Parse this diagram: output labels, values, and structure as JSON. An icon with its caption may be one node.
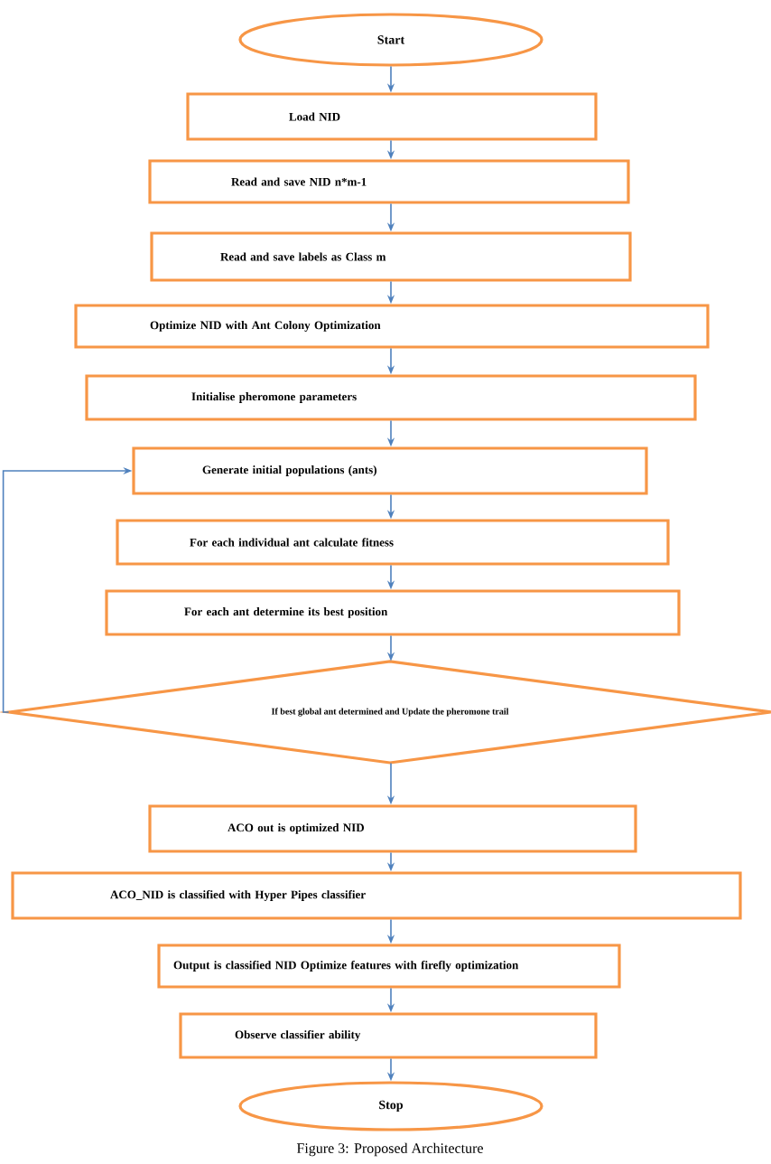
{
  "diagram": {
    "caption": "Figure 3: Proposed Architecture",
    "nodes": [
      {
        "text": [
          "Start"
        ]
      },
      {
        "text": [
          "Load NID"
        ]
      },
      {
        "text": [
          "Read and save NID n*m-1"
        ]
      },
      {
        "text": [
          "Read and save labels as Class m"
        ]
      },
      {
        "text": [
          "Optimize NID with Ant Colony Optimization"
        ]
      },
      {
        "text": [
          "Initialise pheromone parameters"
        ]
      },
      {
        "text": [
          "Generate initial populations (ants)"
        ]
      },
      {
        "text": [
          "For each individual ant calculate fitness"
        ]
      },
      {
        "text": [
          "For each ant determine its best position"
        ]
      },
      {
        "text": [
          "If best global ant determined and Update the pheromone trail"
        ]
      },
      {
        "text": [
          "ACO out is optimized NID"
        ]
      },
      {
        "text": [
          "ACO_NID is classified with Hyper Pipes classifier"
        ]
      },
      {
        "text": [
          "Output is classified NID Optimize features with firefly optimization"
        ]
      },
      {
        "text": [
          "Observe classifier ability"
        ]
      },
      {
        "text": [
          "Stop"
        ]
      }
    ],
    "edges": [
      {
        "from": 0,
        "to": 1,
        "arrow": "to"
      },
      {
        "from": 1,
        "to": 2,
        "arrow": "to"
      },
      {
        "from": 2,
        "to": 3,
        "arrow": "to"
      },
      {
        "from": 3,
        "to": 4,
        "arrow": "to"
      },
      {
        "from": 4,
        "to": 5,
        "arrow": "to"
      },
      {
        "from": 5,
        "to": 6,
        "arrow": "to"
      },
      {
        "from": 6,
        "to": 7,
        "arrow": "to"
      },
      {
        "from": 7,
        "to": 8,
        "arrow": "to"
      },
      {
        "from": 8,
        "to": 9,
        "arrow": "to"
      },
      {
        "from": 9,
        "to": 6,
        "arrow": "to"
      },
      {
        "from": 9,
        "to": 10,
        "arrow": "to"
      },
      {
        "from": 10,
        "to": 11,
        "arrow": "to"
      },
      {
        "from": 11,
        "to": 12,
        "arrow": "to"
      },
      {
        "from": 12,
        "to": 13,
        "arrow": "to"
      },
      {
        "from": 13,
        "to": 14,
        "arrow": "to"
      }
    ]
  }
}
